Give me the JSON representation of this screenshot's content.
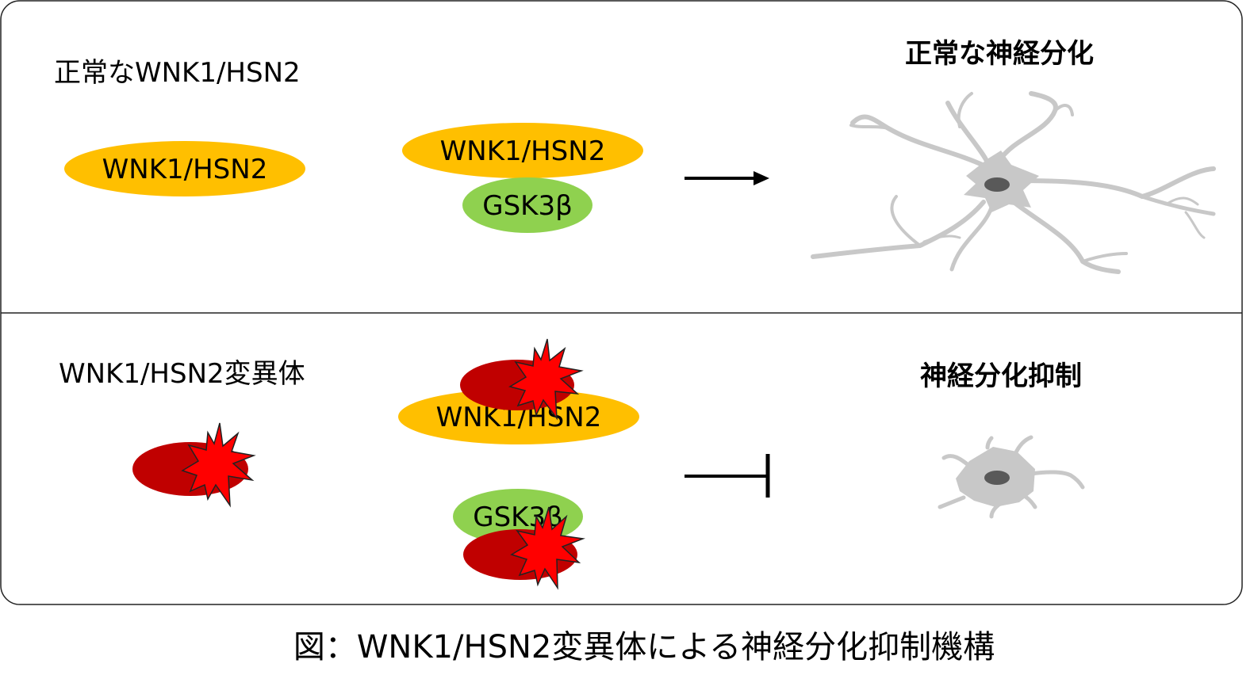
{
  "top_panel": {
    "title": "正常なWNK1/HSN2",
    "single_protein": "WNK1/HSN2",
    "complex_protein": "WNK1/HSN2",
    "complex_partner": "GSK3β",
    "result_label": "正常な神経分化"
  },
  "bottom_panel": {
    "title": "WNK1/HSN2変異体",
    "complex_protein": "WNK1/HSN2",
    "complex_partner": "GSK3β",
    "result_label": "神経分化抑制"
  },
  "caption": "図：WNK1/HSN2変異体による神経分化抑制機構",
  "colors": {
    "wnk1": "#ffbf00",
    "gsk3b": "#8fd14f",
    "mutant": "#c00000",
    "mutation_star": "#ff0000",
    "neuron": "#c8c8c8",
    "nucleus": "#595959"
  },
  "icons": {
    "top_arrow": "activation-arrow",
    "bottom_arrow": "inhibition-bar",
    "mutation_mark": "burst-star"
  }
}
